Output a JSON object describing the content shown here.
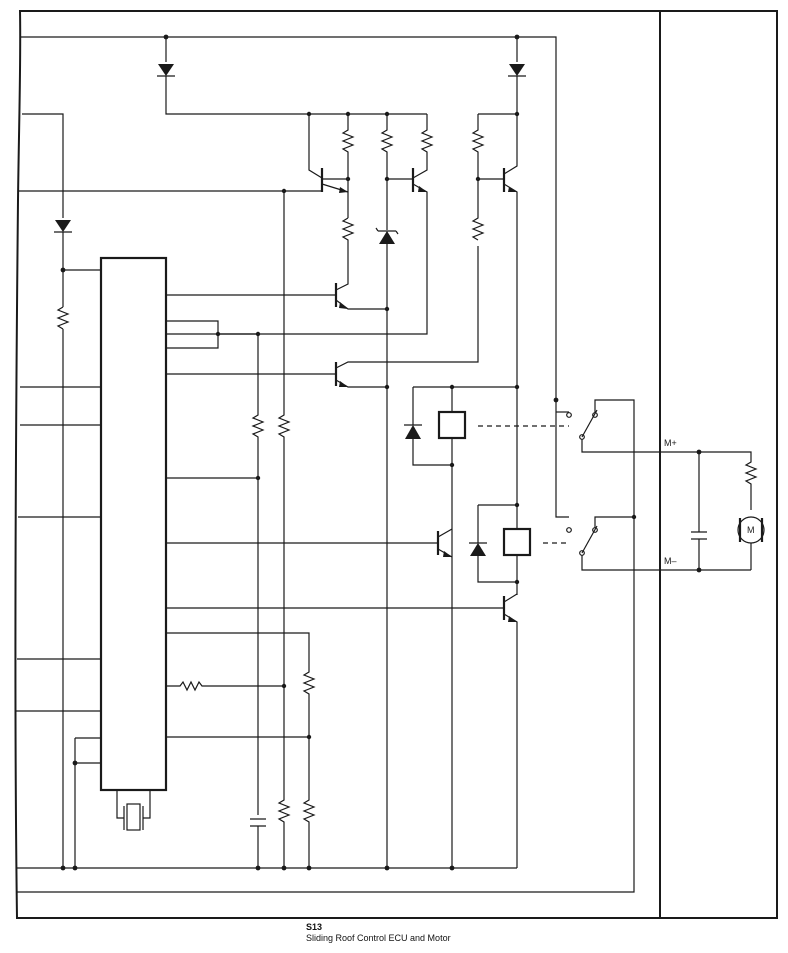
{
  "figure": {
    "code": "S13",
    "caption": "Sliding Roof Control ECU and Motor"
  },
  "labels": {
    "motor_plus": "M+",
    "motor_minus": "M–",
    "motor_symbol": "M"
  },
  "colors": {
    "panel_fill": "#c7e9fa",
    "wire": "#1a1a1a"
  }
}
